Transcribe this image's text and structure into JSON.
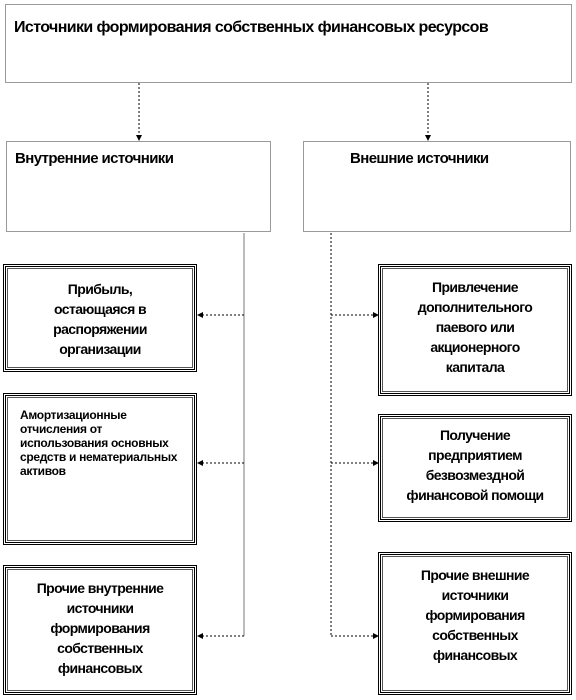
{
  "title": "Источники формирования собственных финансовых ресурсов",
  "internal": {
    "heading": "Внутренние источники",
    "items": [
      "Прибыль, остающаяся в распоряжении организации",
      "Амортизационные отчисления от использования основных средств и нематериальных активов",
      "Прочие внутренние источники формирования собственных финансовых"
    ]
  },
  "external": {
    "heading": "Внешние источники",
    "items": [
      "Привлечение дополнительного паевого или акционерного капитала",
      "Получение предприятием безвозмездной финансовой помощи",
      "Прочие внешние источники формирования собственных финансовых"
    ]
  }
}
